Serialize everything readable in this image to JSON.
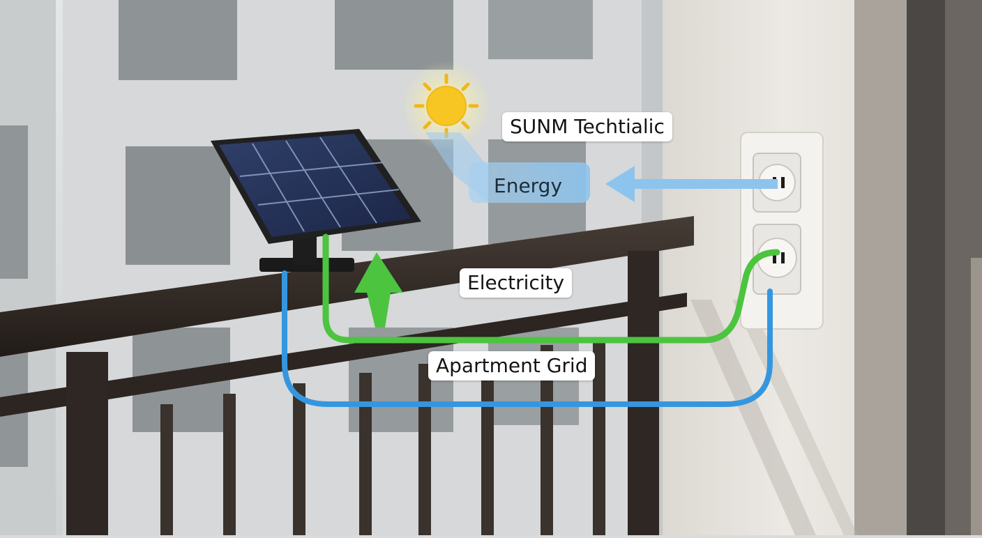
{
  "labels": {
    "brand": "SUNM Techtialic",
    "energy": "Energy",
    "electricity": "Electricity",
    "grid": "Apartment Grid"
  },
  "colors": {
    "solar_to_socket_line": "#4cc43f",
    "grid_line": "#3596e0",
    "energy_band": "#8cc4ee",
    "sun": "#f7c623",
    "wall": "#e9e6e1",
    "railing": "#2c2521"
  },
  "icons": [
    "sun-icon",
    "solar-panel-icon",
    "wall-socket-icon",
    "arrow-up-icon",
    "arrow-left-icon"
  ]
}
